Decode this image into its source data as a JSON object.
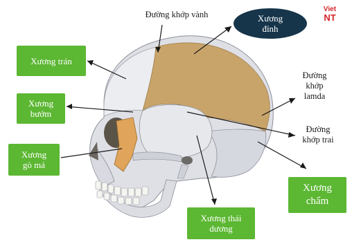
{
  "labels": {
    "duong_khop_vanh": "Đường khớp vành",
    "xuong_dinh": "Xương\nđỉnh",
    "xuong_tran": "Xương trán",
    "xuong_buom": "Xương\nbướm",
    "xuong_go_ma": "Xương\ngò má",
    "duong_khop_lamda": "Đường\nkhớp\nlamda",
    "duong_khop_trai": "Đường\nkhớp trai",
    "xuong_cham": "Xương\nchẩm",
    "xuong_thai_duong": "Xương thái\ndương"
  },
  "logo": {
    "line1": "Viet",
    "line2": "NT"
  },
  "colors": {
    "label_box": "#5cb733",
    "oval": "#16354b",
    "parietal": "#c9a46a",
    "sphenoid": "#e0a45a",
    "bone": "#dfe0e6",
    "logo": "#d4252a"
  }
}
